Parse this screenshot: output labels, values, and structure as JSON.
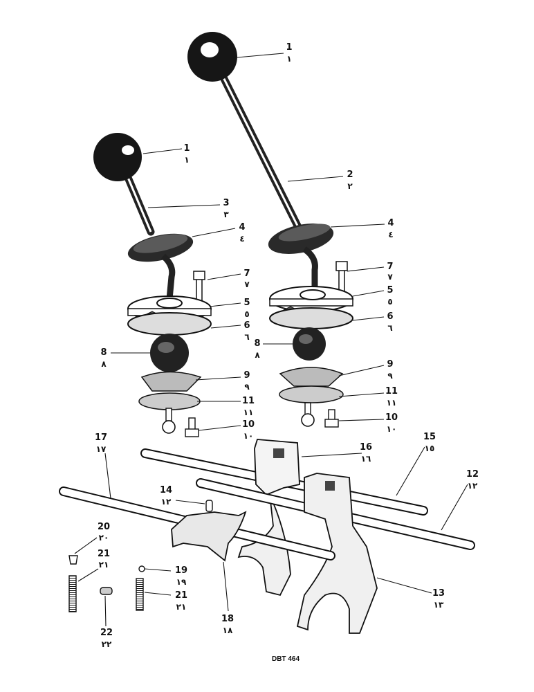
{
  "drawing_code": "DBT 464",
  "callouts": [
    {
      "id": "left-knob",
      "num": "1",
      "num_ar": "١"
    },
    {
      "id": "right-knob",
      "num": "1",
      "num_ar": "١"
    },
    {
      "id": "right-lever",
      "num": "2",
      "num_ar": "٢"
    },
    {
      "id": "left-lever",
      "num": "3",
      "num_ar": "٣"
    },
    {
      "id": "left-cup",
      "num": "4",
      "num_ar": "٤"
    },
    {
      "id": "right-cup",
      "num": "4",
      "num_ar": "٤"
    },
    {
      "id": "left-bolt",
      "num": "7",
      "num_ar": "٧"
    },
    {
      "id": "right-bolt",
      "num": "7",
      "num_ar": "٧"
    },
    {
      "id": "left-flange",
      "num": "5",
      "num_ar": "٥"
    },
    {
      "id": "right-flange",
      "num": "5",
      "num_ar": "٥"
    },
    {
      "id": "left-gasket",
      "num": "6",
      "num_ar": "٦"
    },
    {
      "id": "right-gasket",
      "num": "6",
      "num_ar": "٦"
    },
    {
      "id": "left-ball",
      "num": "8",
      "num_ar": "٨"
    },
    {
      "id": "right-ball",
      "num": "8",
      "num_ar": "٨"
    },
    {
      "id": "left-plate",
      "num": "9",
      "num_ar": "٩"
    },
    {
      "id": "right-plate",
      "num": "9",
      "num_ar": "٩"
    },
    {
      "id": "left-lower-plate",
      "num": "11",
      "num_ar": "١١"
    },
    {
      "id": "right-lower-plate",
      "num": "11",
      "num_ar": "١١"
    },
    {
      "id": "left-screw",
      "num": "10",
      "num_ar": "١٠"
    },
    {
      "id": "right-screw",
      "num": "10",
      "num_ar": "١٠"
    },
    {
      "id": "upper-rod",
      "num": "15",
      "num_ar": "١٥"
    },
    {
      "id": "middle-rod",
      "num": "12",
      "num_ar": "١٢"
    },
    {
      "id": "selector-block",
      "num": "16",
      "num_ar": "١٦"
    },
    {
      "id": "long-rod",
      "num": "17",
      "num_ar": "١٧"
    },
    {
      "id": "pin",
      "num": "14",
      "num_ar": "١٢"
    },
    {
      "id": "cap",
      "num": "20",
      "num_ar": "٢٠"
    },
    {
      "id": "left-stud",
      "num": "21",
      "num_ar": "٢١"
    },
    {
      "id": "ball-bearing",
      "num": "19",
      "num_ar": "١٩"
    },
    {
      "id": "right-stud",
      "num": "21",
      "num_ar": "٢١"
    },
    {
      "id": "plug",
      "num": "22",
      "num_ar": "٢٢"
    },
    {
      "id": "front-fork",
      "num": "18",
      "num_ar": "١٨"
    },
    {
      "id": "large-fork",
      "num": "13",
      "num_ar": "١٣"
    }
  ]
}
